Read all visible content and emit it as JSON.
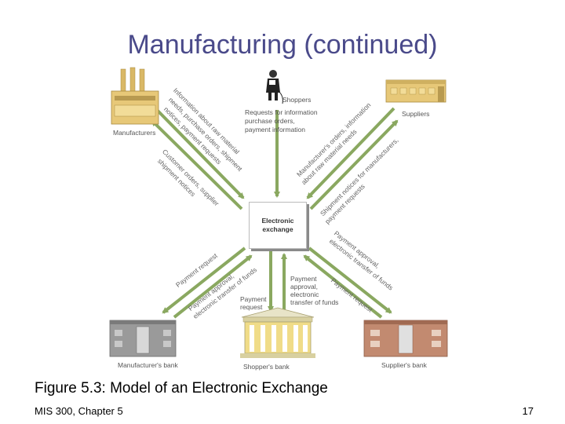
{
  "slide": {
    "title": "Manufacturing (continued)",
    "caption": "Figure 5.3: Model of an Electronic Exchange",
    "footer_left": "MIS 300, Chapter 5",
    "page_number": "17"
  },
  "diagram": {
    "center_line1": "Electronic",
    "center_line2": "exchange",
    "nodes": {
      "manufacturers": "Manufacturers",
      "shoppers": "Shoppers",
      "suppliers": "Suppliers",
      "manufacturers_bank": "Manufacturer's bank",
      "shoppers_bank": "Shopper's bank",
      "suppliers_bank": "Supplier's bank"
    },
    "flows": {
      "shopper_down": [
        "Requests for information",
        "purchase orders,",
        "payment information"
      ],
      "mfr_in_1": "Information about raw material",
      "mfr_in_2": "needs, purchase orders, shipment",
      "mfr_in_3": "notices, payment requests",
      "mfr_out_1": "Customer orders, supplier",
      "mfr_out_2": "shipment notices",
      "sup_in_1": "Manufacturer's orders, information",
      "sup_in_2": "about raw material needs",
      "sup_out_1": "Shipment notices for manufacturers,",
      "sup_out_2": "payment requests",
      "mbank_in": "Payment request",
      "mbank_out_1": "Payment approval,",
      "mbank_out_2": "electronic transfer of funds",
      "sbank_left": [
        "Payment",
        "request"
      ],
      "sbank_right": [
        "Payment",
        "approval,",
        "electronic",
        "transfer of funds"
      ],
      "supbank_out_1": "Payment approval,",
      "supbank_out_2": "electronic transfer of funds",
      "supbank_in": "Payment request"
    }
  }
}
